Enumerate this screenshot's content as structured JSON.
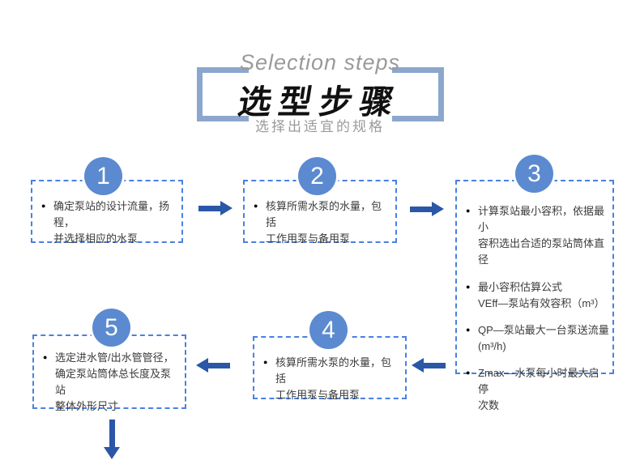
{
  "header": {
    "title_en": "Selection steps",
    "title_zh": "选型步骤",
    "subtitle": "选择出适宜的规格"
  },
  "steps": [
    {
      "number": "1",
      "text": "确定泵站的设计流量，扬程，\n并选择相应的水泵"
    },
    {
      "number": "2",
      "text": "核算所需水泵的水量，包括\n工作用泵与备用泵"
    },
    {
      "number": "3",
      "bullets": [
        "计算泵站最小容积，依据最小\n容积选出合适的泵站筒体直径",
        "最小容积估算公式\nVEff—泵站有效容积（m³）",
        "QP—泵站最大一台泵送流量\n(m³/h)",
        "Zmax—水泵每小时最大启停\n次数"
      ]
    },
    {
      "number": "4",
      "text": "核算所需水泵的水量，包括\n工作用泵与备用泵"
    },
    {
      "number": "5",
      "text": "选定进水管/出水管管径，\n确定泵站筒体总长度及泵站\n整体外形尺寸"
    }
  ],
  "colors": {
    "arrow": "#2b57a7",
    "circle": "#5b8ad0",
    "box_border": "#4a80e0",
    "bracket": "#8ca7cd",
    "title": "#111111",
    "gray_text": "#9a9a9a",
    "body_text": "#3b3b3b"
  }
}
